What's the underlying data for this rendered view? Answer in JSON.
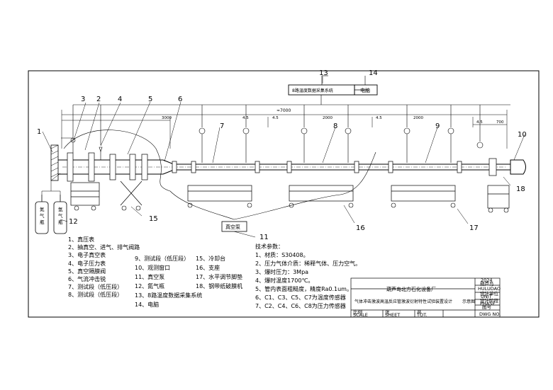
{
  "drawing": {
    "callouts": [
      "1",
      "2",
      "3",
      "4",
      "5",
      "6",
      "7",
      "8",
      "9",
      "10",
      "11",
      "12",
      "13",
      "14",
      "15",
      "16",
      "17",
      "18"
    ],
    "data_system_label": "8路温度数据采集系统",
    "computer_label": "电脑",
    "vacuum_pump_label": "真空泵",
    "cylinder_1": "氮\n气\n瓶",
    "cylinder_2": "氩\n气\n瓶",
    "dim_total": "≈7000",
    "dim_3000": "3000",
    "dim_2000_a": "2000",
    "dim_2000_b": "2000",
    "dim_45_a": "4.5",
    "dim_45_b": "4.5",
    "dim_45_c": "4.5",
    "dim_45_d": "4.5",
    "dim_700": "700"
  },
  "legend": {
    "col1": [
      "1、真压表",
      "2、抽真空、进气、排气阀路",
      "3、电子真空表",
      "4、电子压力表",
      "5、真空隔膜阀",
      "6、气流冲击锐",
      "7、测试段（低压段）",
      "8、测试段（低压段）"
    ],
    "col2": [
      "9、测试段（低压段）",
      "10、观测窗口",
      "11、真空泵",
      "12、氮气瓶",
      "13、8路温度数据采集系统",
      "14、电脑"
    ],
    "col3": [
      "15、冷却台",
      "16、支座",
      "17、水平调节脚垫",
      "18、钢带纸破膜机"
    ]
  },
  "tech": {
    "title": "技术参数：",
    "items": [
      "1、材质：S30408。",
      "2、压力气体介质：稀释气体、压力空气。",
      "3、爆时压力：3Mpa",
      "4、爆时温度1700℃。",
      "5、管内表面粗糙度，精度Ra0.1um。",
      "6、C1、C3、C5、C7为温度传感器",
      "7、C2、C4、C6、C8为压力传感器"
    ]
  },
  "title_block": {
    "company": "葫芦岛北方石化设备厂",
    "drawing_title": "气体冲击激波高温反应管激波衍射特性试验装置设计",
    "stamp": "示意图",
    "year": "2024",
    "city": "葫芦岛",
    "city_py": "HULUDAO",
    "unit_cn": "设计单位",
    "unit_en": "UNIT",
    "phase_cn": "设计阶段",
    "phase_en": "PHASE",
    "no_cn": "图号",
    "no_en": "DWG NO.",
    "scale_cn": "比例",
    "scale_en": "SCALE",
    "sheet_cn": "张",
    "sheet_en": "SHEET",
    "tot_cn": "共",
    "tot_en": "TOT."
  }
}
